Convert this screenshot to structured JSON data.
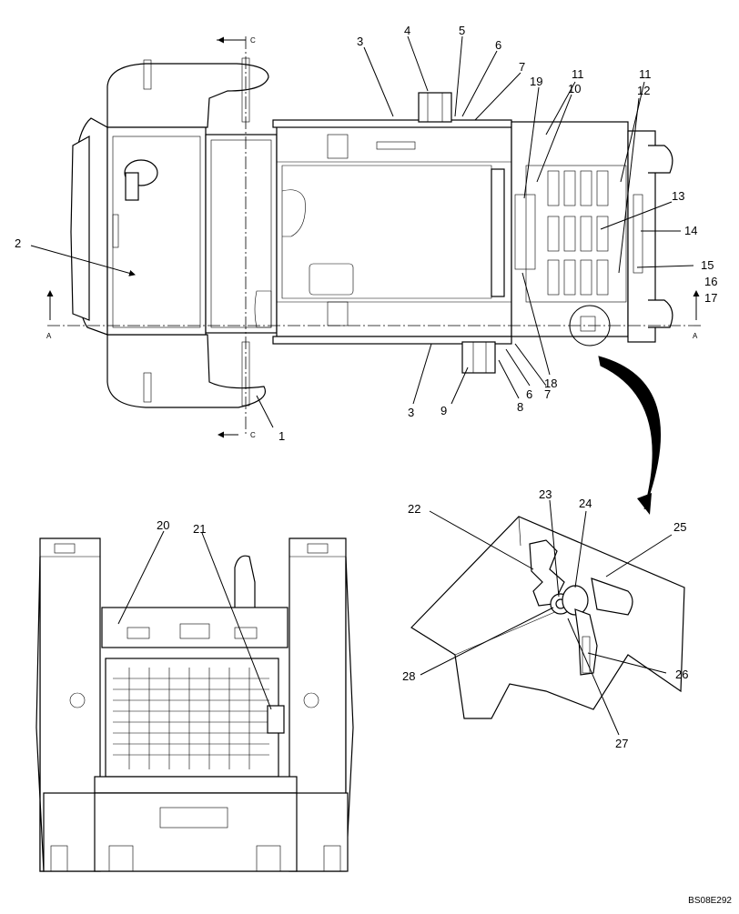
{
  "callouts": [
    "1",
    "2",
    "3",
    "4",
    "5",
    "6",
    "7",
    "11",
    "10",
    "19",
    "11",
    "12",
    "13",
    "14",
    "15",
    "16",
    "17",
    "3",
    "9",
    "8",
    "6",
    "7",
    "18",
    "22",
    "23",
    "24",
    "25",
    "26",
    "27",
    "28",
    "20",
    "21"
  ],
  "section_marks": {
    "a_left": "A",
    "a_right": "A",
    "c_top": "C",
    "c_bottom": "C"
  },
  "figure_code": "BS08E292"
}
